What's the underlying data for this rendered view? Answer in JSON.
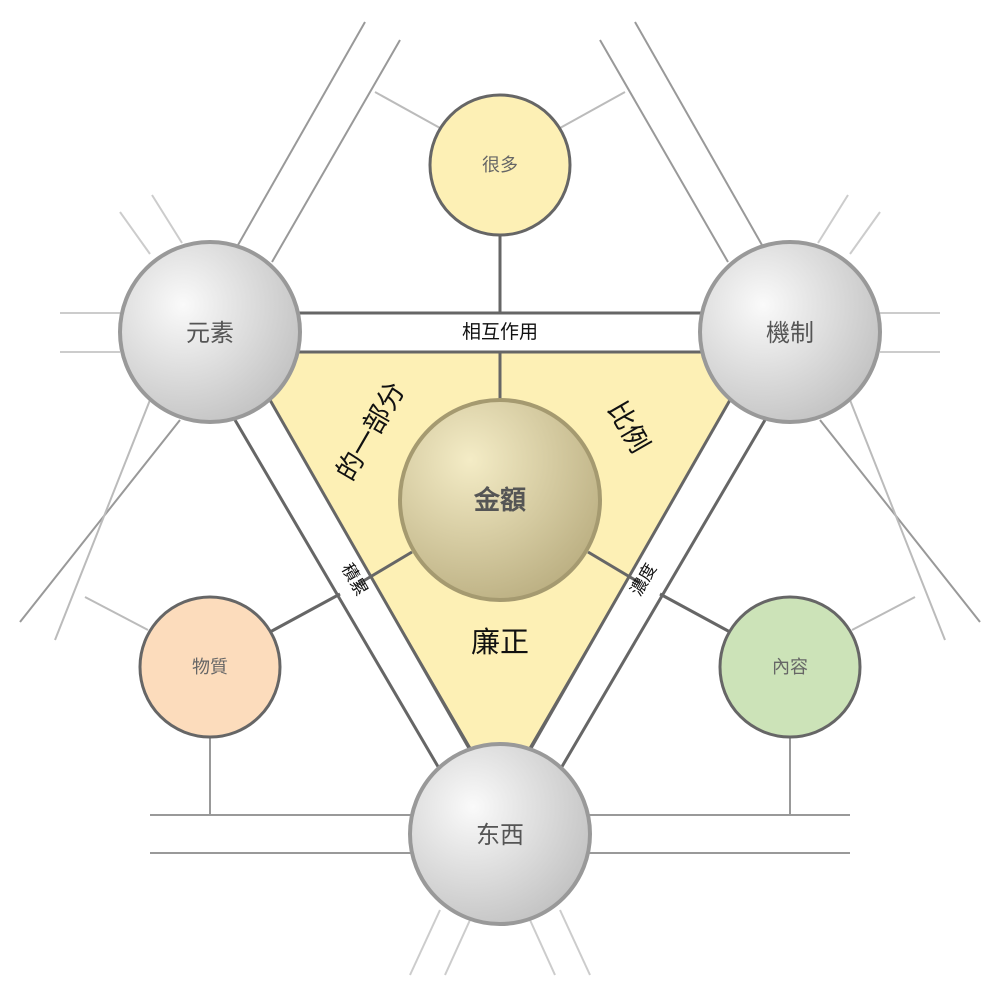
{
  "nodes": {
    "center": "金額",
    "top_left": "元素",
    "top_right": "機制",
    "bottom": "东西",
    "top": "很多",
    "left": "物質",
    "right": "內容"
  },
  "edges": {
    "top": "相互作用",
    "left": "積累",
    "right": "濃度"
  },
  "regions": {
    "upper_left": "的一部分",
    "upper_right": "比例",
    "bottom": "廉正"
  },
  "colors": {
    "triangle": "#fdf0b5",
    "center": "#d8cb98",
    "top": "#fdf0b5",
    "left": "#fcdcbc",
    "right": "#cce3b8",
    "sphere": "#e0e0e0"
  }
}
